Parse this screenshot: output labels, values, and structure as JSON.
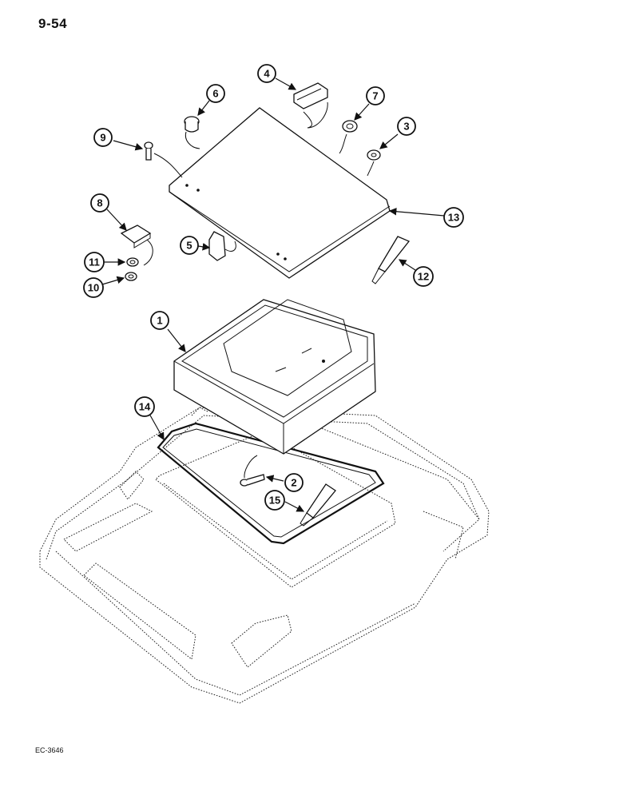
{
  "header": {
    "page_number": "9-54"
  },
  "footer": {
    "figure_code": "EC-3646"
  },
  "callouts": [
    "1",
    "2",
    "3",
    "4",
    "5",
    "6",
    "7",
    "8",
    "9",
    "10",
    "11",
    "12",
    "13",
    "14",
    "15"
  ]
}
